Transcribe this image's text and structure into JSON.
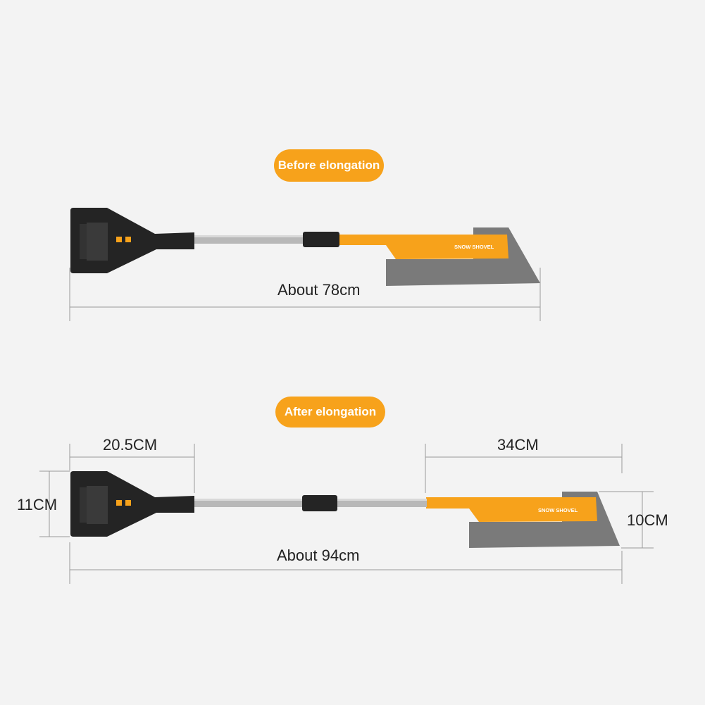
{
  "sections": {
    "before": {
      "label": "Before elongation",
      "total_length": "About 78cm",
      "brand_text": "SNOW SHOVEL"
    },
    "after": {
      "label": "After elongation",
      "total_length": "About 94cm",
      "scraper_length": "20.5CM",
      "scraper_width": "11CM",
      "brush_length": "34CM",
      "brush_width": "10CM",
      "brand_text": "SNOW SHOVEL"
    }
  },
  "colors": {
    "background": "#f3f3f3",
    "accent_orange": "#f7a21b",
    "scraper_black": "#242424",
    "blade_gray": "#7a7a7a",
    "handle_silver": "#b8b8b8"
  }
}
